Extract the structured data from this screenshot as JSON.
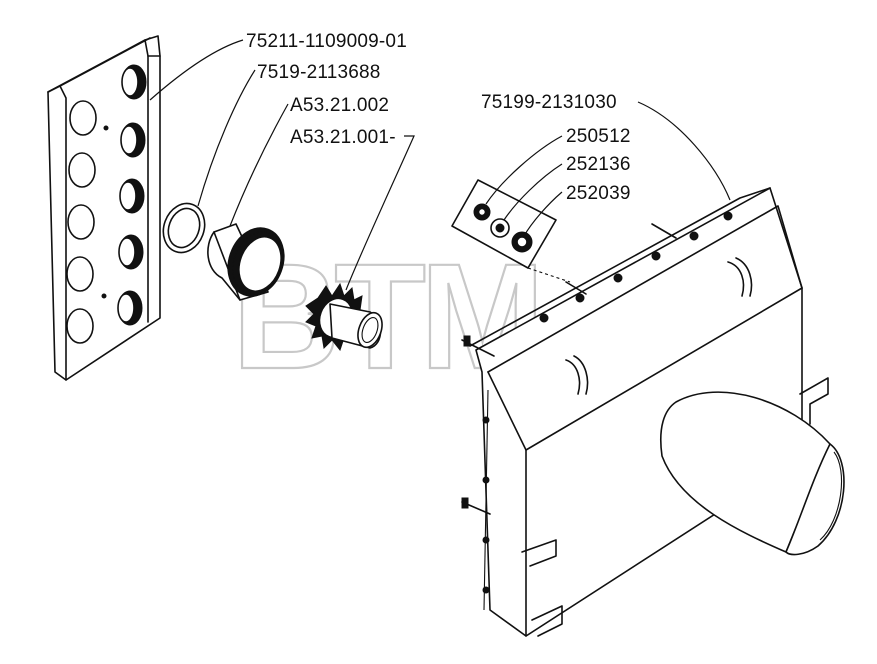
{
  "watermark": {
    "text": "BTM",
    "registered_mark": "®"
  },
  "callouts": [
    {
      "id": "panel",
      "part_number": "75211-1109009-01"
    },
    {
      "id": "ring",
      "part_number": "7519-2113688"
    },
    {
      "id": "sleeve",
      "part_number": "A53.21.002"
    },
    {
      "id": "clamp",
      "part_number": "A53.21.001-"
    },
    {
      "id": "housing",
      "part_number": "75199-2131030"
    },
    {
      "id": "bolt",
      "part_number": "250512"
    },
    {
      "id": "washer-spring",
      "part_number": "252136"
    },
    {
      "id": "washer",
      "part_number": "252039"
    }
  ]
}
